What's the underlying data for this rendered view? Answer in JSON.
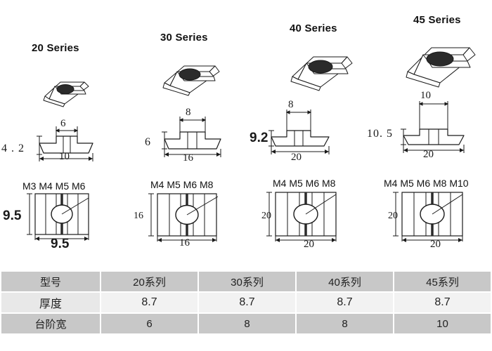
{
  "series": [
    {
      "title": "20 Series",
      "icon": "tnut-isometric-icon",
      "front": {
        "top_width": "6",
        "height": "4 . 2",
        "base_width": "10"
      },
      "bottom": {
        "height": "9.5",
        "width": "9.5",
        "threads": "M3 M4 M5 M6"
      }
    },
    {
      "title": "30 Series",
      "icon": "tnut-isometric-icon",
      "front": {
        "top_width": "8",
        "height": "6",
        "base_width": "16"
      },
      "bottom": {
        "height": "16",
        "width": "16",
        "threads": "M4 M5 M6 M8"
      }
    },
    {
      "title": "40 Series",
      "icon": "tnut-isometric-icon",
      "front": {
        "top_width": "8",
        "height": "9.2",
        "base_width": "20"
      },
      "bottom": {
        "height": "20",
        "width": "20",
        "threads": "M4 M5 M6 M8"
      }
    },
    {
      "title": "45 Series",
      "icon": "tnut-isometric-icon",
      "front": {
        "top_width": "10",
        "height": "10. 5",
        "base_width": "20"
      },
      "bottom": {
        "height": "20",
        "width": "20",
        "threads": "M4 M5 M6 M8 M10"
      }
    }
  ],
  "table": {
    "rows": [
      {
        "label": "型号",
        "values": [
          "20系列",
          "30系列",
          "40系列",
          "45系列"
        ]
      },
      {
        "label": "厚度",
        "values": [
          "8.7",
          "8.7",
          "8.7",
          "8.7"
        ]
      },
      {
        "label": "台阶宽",
        "values": [
          "6",
          "8",
          "8",
          "10"
        ]
      }
    ]
  },
  "colors": {
    "row_gray": "#c8c8c8",
    "row_light": "#f2f2f2",
    "label_light": "#e8e8e8",
    "line": "#1a1a1a",
    "hole_fill": "#2b2b2b"
  }
}
